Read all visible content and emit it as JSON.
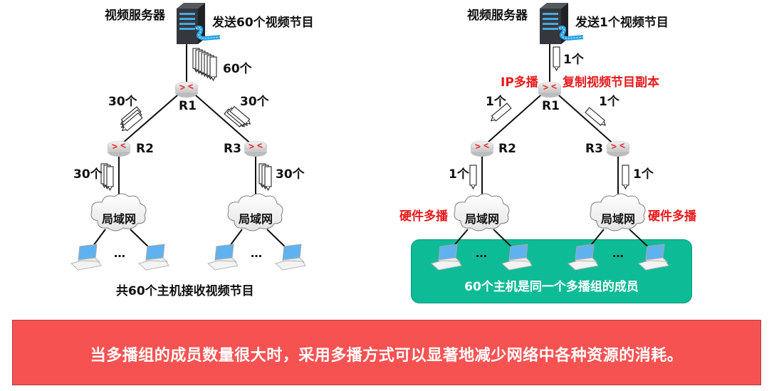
{
  "left_panel": {
    "server_label": "视频服务器",
    "server_action": "发送60个视频节目",
    "routers": [
      "R1",
      "R2",
      "R3"
    ],
    "link_counts": {
      "server_r1": "60个",
      "r1_r2": "30个",
      "r1_r3": "30个",
      "r2_lan": "30个",
      "r3_lan": "30个"
    },
    "lan_label": "局域网",
    "ellipsis": "…",
    "caption": "共60个主机接收视频节目"
  },
  "right_panel": {
    "server_label": "视频服务器",
    "server_action": "发送1个视频节目",
    "routers": [
      "R1",
      "R2",
      "R3"
    ],
    "ip_multicast_label": "IP多播",
    "copy_label": "复制视频节目副本",
    "link_counts": {
      "server_r1": "1个",
      "r1_r2": "1个",
      "r1_r3": "1个",
      "r2_lan": "1个",
      "r3_lan": "1个"
    },
    "lan_label": "局域网",
    "hardware_multicast_label": "硬件多播",
    "ellipsis": "…",
    "group_caption": "60个主机是同一个多播组的成员"
  },
  "banner": {
    "text": "当多播组的成员数量很大时，采用多播方式可以显著地减少网络中各种资源的消耗。"
  },
  "colors": {
    "banner_bg": "#f75252",
    "group_bg": "#0dbb97",
    "highlight_red": "#e8191b",
    "laptop_screen": "#5fb2ef",
    "server_body": "#2e3236"
  }
}
